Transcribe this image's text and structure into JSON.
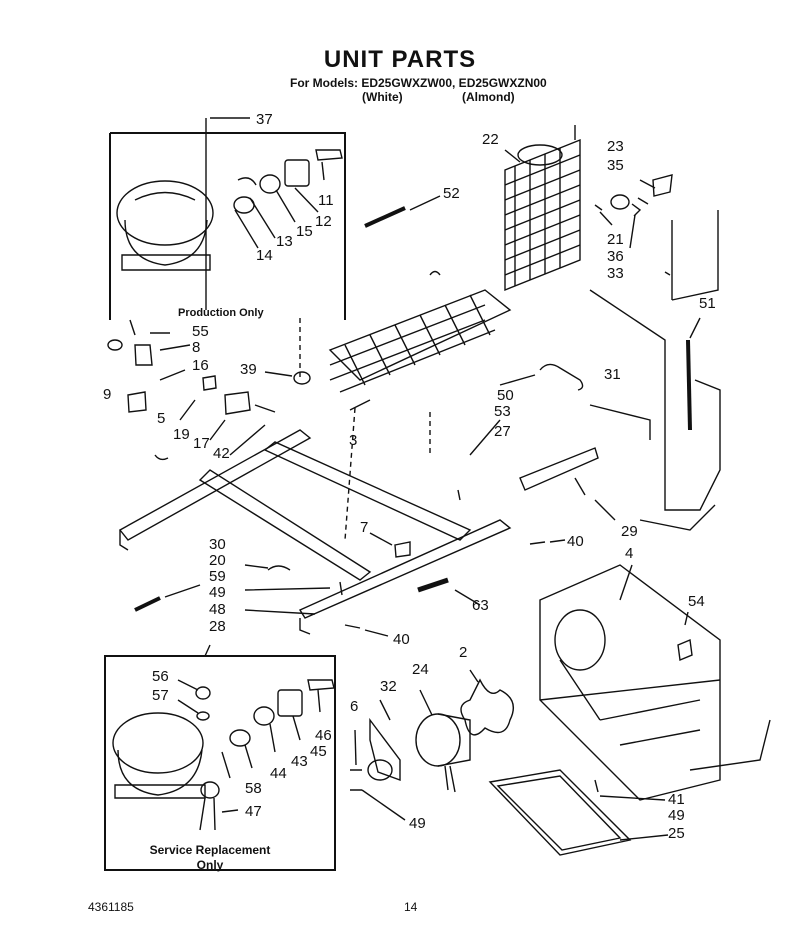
{
  "title": "UNIT PARTS",
  "models_line": "For Models: ED25GWXZW00, ED25GWXZN00",
  "variant_white": "(White)",
  "variant_almond": "(Almond)",
  "production_only": "Production Only",
  "service_replacement": "Service Replacement",
  "service_only": "Only",
  "doc_number": "4361185",
  "page_number": "14",
  "callouts": [
    "37",
    "11",
    "12",
    "15",
    "13",
    "14",
    "22",
    "23",
    "35",
    "52",
    "21",
    "36",
    "33",
    "51",
    "55",
    "8",
    "16",
    "9",
    "39",
    "50",
    "31",
    "53",
    "27",
    "5",
    "19",
    "17",
    "42",
    "3",
    "29",
    "7",
    "40",
    "30",
    "20",
    "4",
    "59",
    "49",
    "63",
    "54",
    "48",
    "40",
    "28",
    "56",
    "57",
    "2",
    "32",
    "24",
    "6",
    "46",
    "45",
    "43",
    "44",
    "58",
    "47",
    "41",
    "49",
    "49",
    "25"
  ]
}
